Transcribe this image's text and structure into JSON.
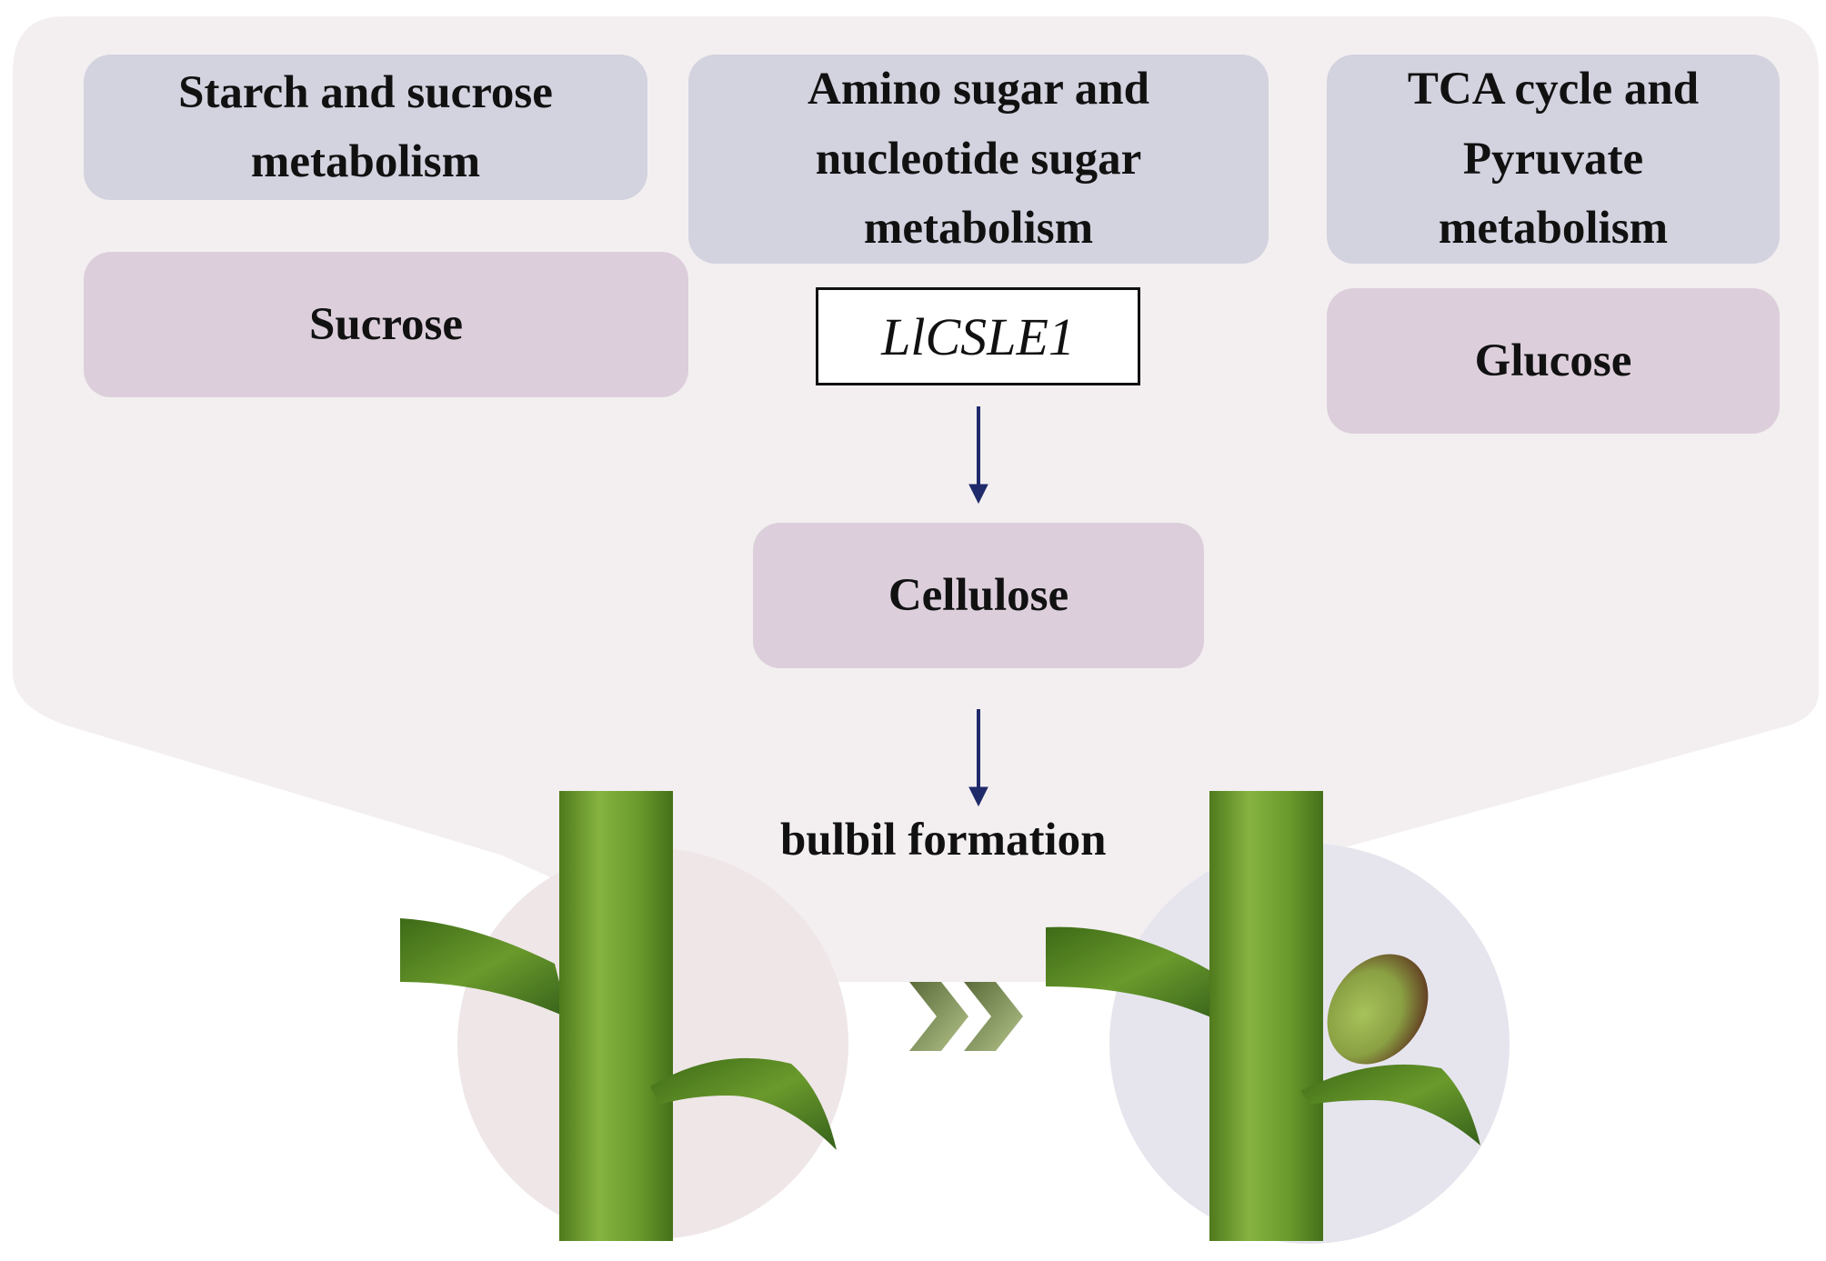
{
  "pathways": {
    "starch": "Starch and sucrose metabolism",
    "amino": "Amino sugar and nucleotide sugar metabolism",
    "tca": "TCA cycle and Pyruvate metabolism"
  },
  "metabolites": {
    "sucrose": "Sucrose",
    "glucose": "Glucose",
    "cellulose": "Cellulose"
  },
  "gene": "LlCSLE1",
  "outcome": "bulbil formation",
  "colors": {
    "pathway_box": "#d3d2df",
    "metabolite_box": "#dccfdb",
    "callout_bg": "#f3eff0",
    "arrow": "#1f2a6b",
    "stem": "#6a9a2c"
  }
}
